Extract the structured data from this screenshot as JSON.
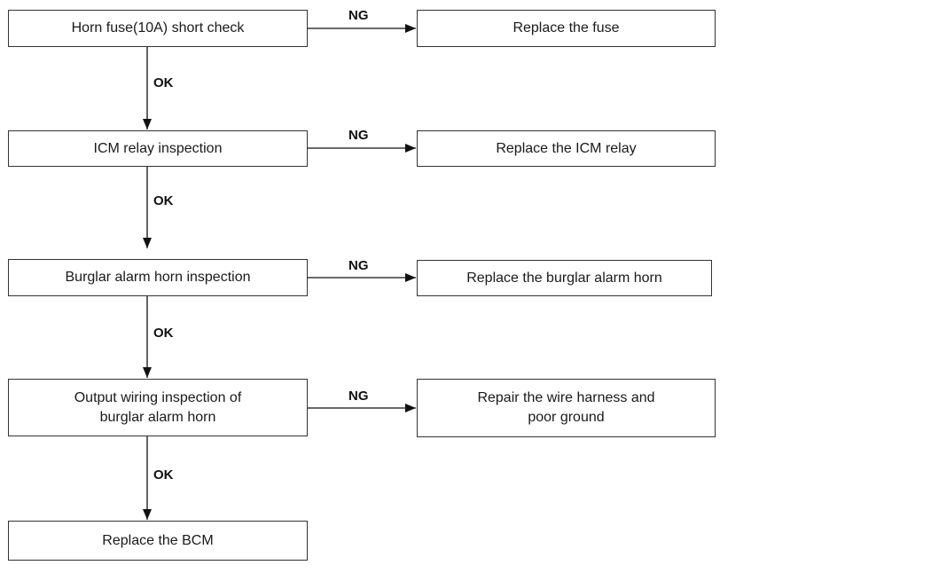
{
  "steps": [
    {
      "text": "Horn fuse(10A) short check",
      "ng_label": "NG",
      "action": "Replace the fuse",
      "ok_label": "OK"
    },
    {
      "text": "ICM relay inspection",
      "ng_label": "NG",
      "action": "Replace the ICM relay",
      "ok_label": "OK"
    },
    {
      "text": "Burglar alarm horn inspection",
      "ng_label": "NG",
      "action": "Replace the burglar alarm horn",
      "ok_label": "OK"
    },
    {
      "text": "Output wiring inspection of\nburglar alarm horn",
      "ng_label": "NG",
      "action": "Repair the wire harness and\npoor ground",
      "ok_label": "OK"
    }
  ],
  "final": {
    "text": "Replace the BCM"
  }
}
